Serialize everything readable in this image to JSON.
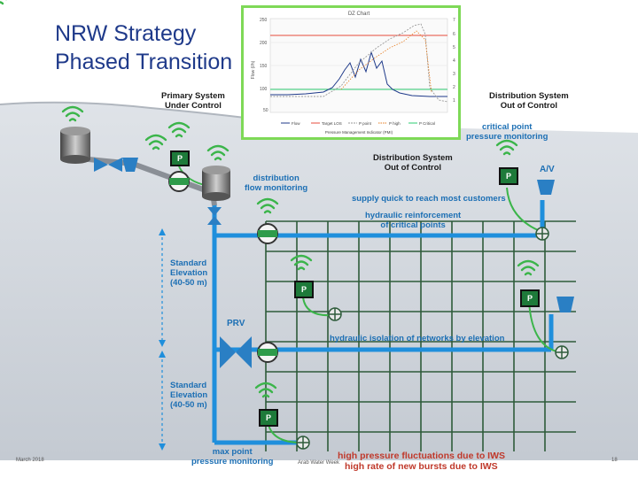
{
  "slide": {
    "title_line1": "NRW Strategy",
    "title_line2": "Phased Transition",
    "footer_date": "March 2018",
    "footer_center": "Arab Water Week",
    "page_number": "18"
  },
  "labels": {
    "primary_system": "Primary System\nUnder Control",
    "dist_out_top": "Distribution System\nOut of Control",
    "critical_point": "critical point\npressure monitoring",
    "dist_out_mid": "Distribution System\nOut of Control",
    "av": "A/V",
    "dist_flow": "distribution\nflow monitoring",
    "supply_quick": "supply quick to reach most customers",
    "hydraulic_reinforcement": "hydraulic reinforcement\nof critical points",
    "standard_elev_1": "Standard\nElevation\n(40-50 m)",
    "prv": "PRV",
    "hydraulic_isolation": "hydraulic isolation of networks by elevation",
    "standard_elev_2": "Standard\nElevation\n(40-50 m)",
    "max_point": "max point\npressure monitoring",
    "high_pressure": "high pressure fluctuations due to IWS",
    "high_bursts": "high rate of new bursts due to IWS"
  },
  "meter_label": "P",
  "inset_chart": {
    "title": "DZ Chart",
    "y_left_label": "Flow (l/h)",
    "x_label": "Pressure Management Indicator (PMI)",
    "legend": [
      "Flow",
      "Target LOS",
      "P point",
      "P high",
      "P Critical"
    ]
  },
  "colors": {
    "title": "#1f3a8a",
    "pipe": "#1f8fdc",
    "grid": "#2e5b3a",
    "signal": "#3bb54a",
    "label_blue": "#1c6fb4",
    "label_red": "#c0392b",
    "inset_border": "#7ed957"
  }
}
